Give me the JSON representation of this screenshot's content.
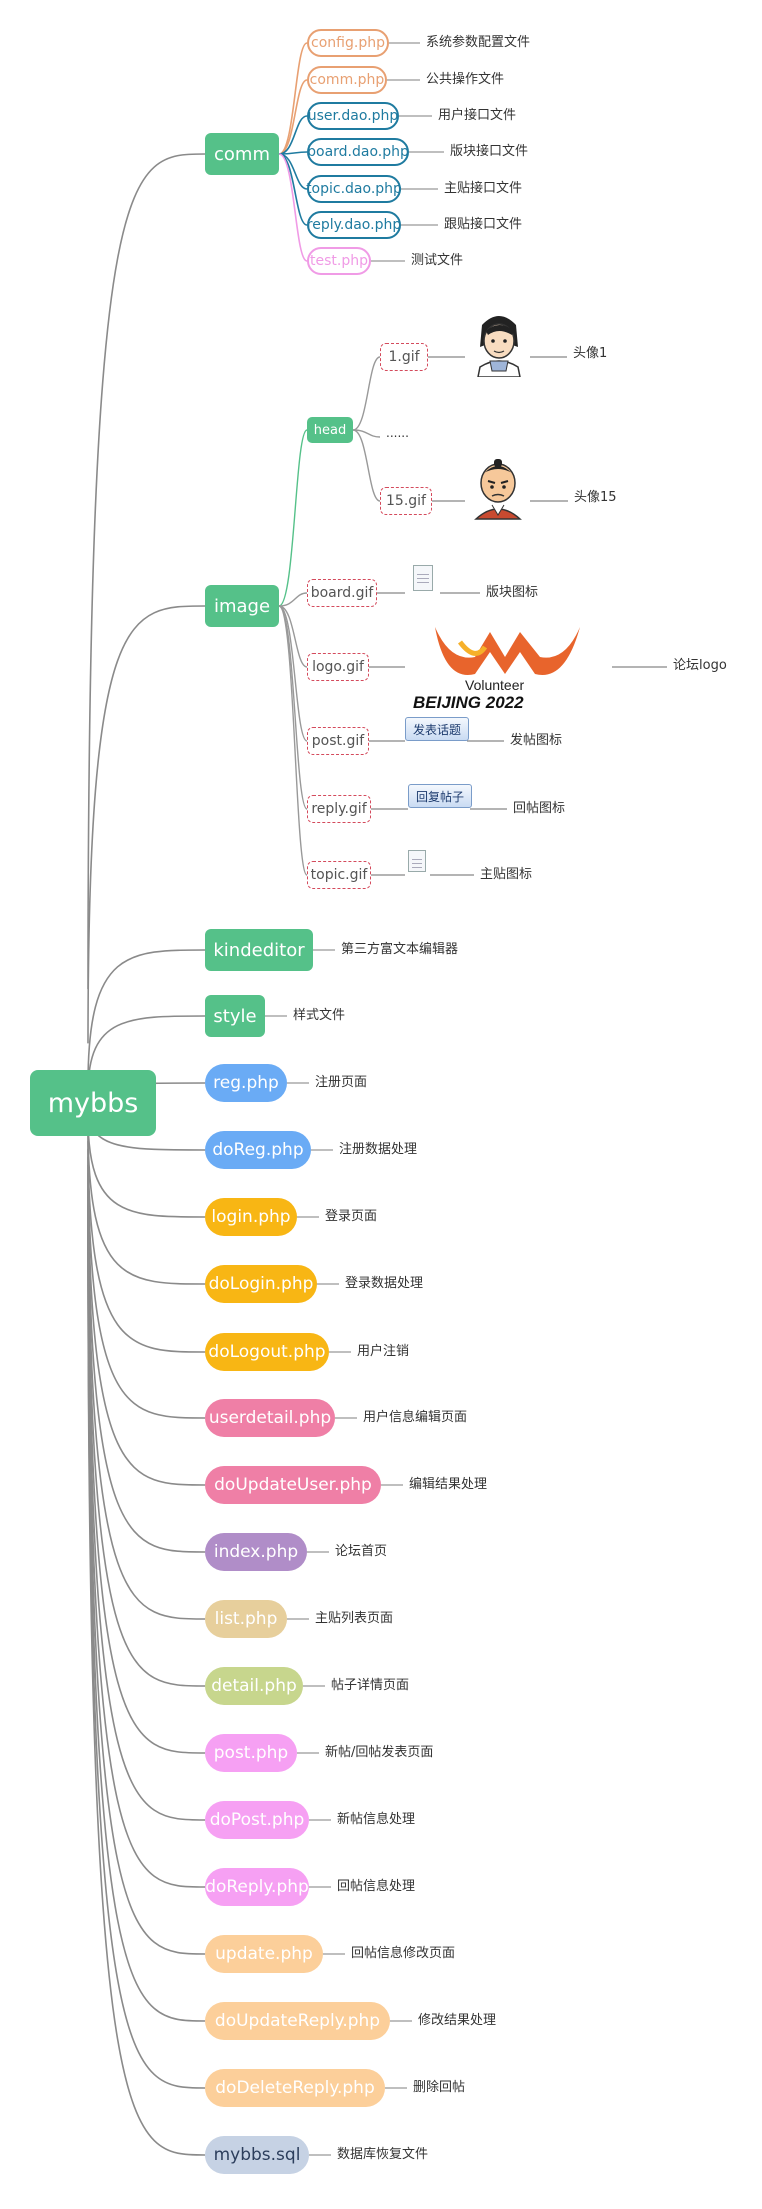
{
  "root": {
    "label": "mybbs"
  },
  "comm": {
    "label": "comm",
    "files": [
      {
        "name": "config.php",
        "desc": "系统参数配置文件",
        "color": "#e8a072"
      },
      {
        "name": "comm.php",
        "desc": "公共操作文件",
        "color": "#e8a072"
      },
      {
        "name": "user.dao.php",
        "desc": "用户接口文件",
        "color": "#1f7ba0"
      },
      {
        "name": "board.dao.php",
        "desc": "版块接口文件",
        "color": "#1f7ba0"
      },
      {
        "name": "topic.dao.php",
        "desc": "主贴接口文件",
        "color": "#1f7ba0"
      },
      {
        "name": "reply.dao.php",
        "desc": "跟贴接口文件",
        "color": "#1f7ba0"
      },
      {
        "name": "test.php",
        "desc": "测试文件",
        "color": "#f09be6"
      }
    ]
  },
  "image": {
    "label": "image",
    "head": {
      "label": "head",
      "items": [
        {
          "name": "1.gif",
          "desc": "头像1"
        },
        {
          "name": "......"
        },
        {
          "name": "15.gif",
          "desc": "头像15"
        }
      ]
    },
    "files": [
      {
        "name": "board.gif",
        "desc": "版块图标"
      },
      {
        "name": "logo.gif",
        "desc": "论坛logo",
        "logo_line1": "Volunteer",
        "logo_line2": "BEIJING 2022"
      },
      {
        "name": "post.gif",
        "desc": "发帖图标",
        "button_text": "发表话题"
      },
      {
        "name": "reply.gif",
        "desc": "回帖图标",
        "button_text": "回复帖子"
      },
      {
        "name": "topic.gif",
        "desc": "主贴图标"
      }
    ]
  },
  "branches": [
    {
      "label": "kindeditor",
      "desc": "第三方富文本编辑器",
      "color": "#55c189"
    },
    {
      "label": "style",
      "desc": "样式文件",
      "color": "#55c189"
    },
    {
      "label": "reg.php",
      "desc": "注册页面",
      "color": "#6aabf5"
    },
    {
      "label": "doReg.php",
      "desc": "注册数据处理",
      "color": "#6aabf5"
    },
    {
      "label": "login.php",
      "desc": "登录页面",
      "color": "#f8b614"
    },
    {
      "label": "doLogin.php",
      "desc": "登录数据处理",
      "color": "#f8b614"
    },
    {
      "label": "doLogout.php",
      "desc": "用户注销",
      "color": "#f8b614"
    },
    {
      "label": "userdetail.php",
      "desc": "用户信息编辑页面",
      "color": "#ef7fa6"
    },
    {
      "label": "doUpdateUser.php",
      "desc": "编辑结果处理",
      "color": "#ef7fa6"
    },
    {
      "label": "index.php",
      "desc": "论坛首页",
      "color": "#b08dc8"
    },
    {
      "label": "list.php",
      "desc": "主贴列表页面",
      "color": "#e7cf9c"
    },
    {
      "label": "detail.php",
      "desc": "帖子详情页面",
      "color": "#c7d68d"
    },
    {
      "label": "post.php",
      "desc": "新帖/回帖发表页面",
      "color": "#f6a0f3"
    },
    {
      "label": "doPost.php",
      "desc": "新帖信息处理",
      "color": "#f6a0f3"
    },
    {
      "label": "doReply.php",
      "desc": "回帖信息处理",
      "color": "#f6a0f3"
    },
    {
      "label": "update.php",
      "desc": "回帖信息修改页面",
      "color": "#fccf9a"
    },
    {
      "label": "doUpdateReply.php",
      "desc": "修改结果处理",
      "color": "#fccf9a"
    },
    {
      "label": "doDeleteReply.php",
      "desc": "删除回帖",
      "color": "#fccf9a"
    },
    {
      "label": "mybbs.sql",
      "desc": "数据库恢复文件",
      "color": "#c6d2e4",
      "text_color": "#2c3e5c"
    }
  ]
}
